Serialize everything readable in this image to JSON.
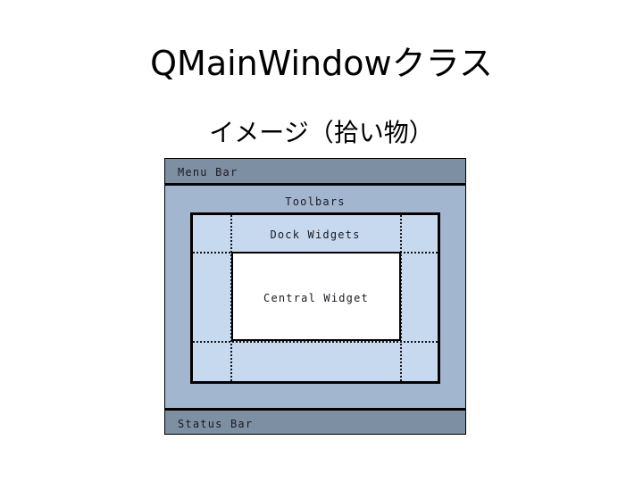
{
  "slide": {
    "title": "QMainWindowクラス",
    "subtitle": "イメージ（拾い物）"
  },
  "diagram": {
    "name": "qmainwindow-layout-mock",
    "menu_bar": "Menu Bar",
    "toolbars": "Toolbars",
    "dock_widgets": "Dock Widgets",
    "central_widget": "Central Widget",
    "status_bar": "Status Bar"
  },
  "colors": {
    "frame_background": "#a3b6cf",
    "bar_background": "#7d8fa3",
    "dock_background": "#c6d9ef",
    "central_background": "#ffffff",
    "outline": "#000000",
    "text": "#1a1a22",
    "slide_background": "#ffffff"
  }
}
